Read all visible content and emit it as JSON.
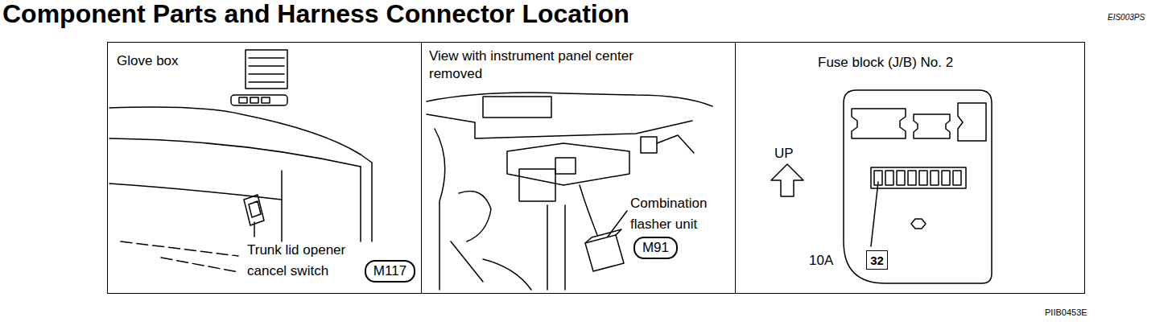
{
  "diagram": {
    "title": "Component Parts and Harness Connector Location",
    "nodes": [
      {
        "text": [
          "Glove box"
        ]
      },
      {
        "text": [
          "M117"
        ],
        "in": 0
      },
      {
        "text": [
          "View with instrument panel center removed"
        ]
      },
      {
        "text": [
          "M91"
        ],
        "in": 2
      },
      {
        "text": [
          "Fuse block (J/B) No. 2"
        ]
      },
      {
        "text": [
          "32"
        ],
        "in": 4
      }
    ],
    "labels": [
      "EIS003PS",
      "Trunk lid opener cancel switch",
      "Combination flasher unit",
      "UP",
      "10A",
      "PIIB0453E"
    ]
  }
}
